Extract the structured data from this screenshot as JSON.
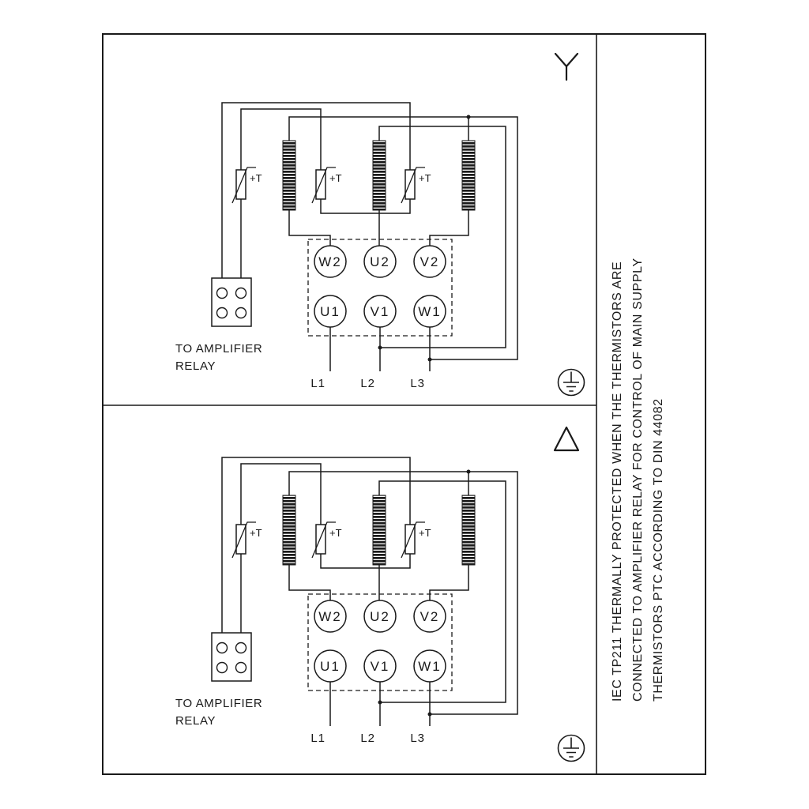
{
  "colors": {
    "ink": "#1a1a1a",
    "background": "#ffffff"
  },
  "side_note": {
    "line1": "IEC TP211 THERMALLY PROTECTED WHEN THE THERMISTORS ARE",
    "line2": "CONNECTED TO AMPLIFIER RELAY FOR CONTROL OF MAIN SUPPLY",
    "line3": "THERMISTORS PTC ACCORDING TO DIN 44082"
  },
  "panels": [
    {
      "connection": "star",
      "thermistor_labels": [
        "+T",
        "+T",
        "+T"
      ],
      "terminal_labels_top": [
        "W2",
        "U2",
        "V2"
      ],
      "terminal_labels_bottom": [
        "U1",
        "V1",
        "W1"
      ],
      "supply_labels": [
        "L1",
        "L2",
        "L3"
      ],
      "relay_caption_line1": "TO AMPLIFIER",
      "relay_caption_line2": "RELAY"
    },
    {
      "connection": "delta",
      "thermistor_labels": [
        "+T",
        "+T",
        "+T"
      ],
      "terminal_labels_top": [
        "W2",
        "U2",
        "V2"
      ],
      "terminal_labels_bottom": [
        "U1",
        "V1",
        "W1"
      ],
      "supply_labels": [
        "L1",
        "L2",
        "L3"
      ],
      "relay_caption_line1": "TO AMPLIFIER",
      "relay_caption_line2": "RELAY"
    }
  ]
}
